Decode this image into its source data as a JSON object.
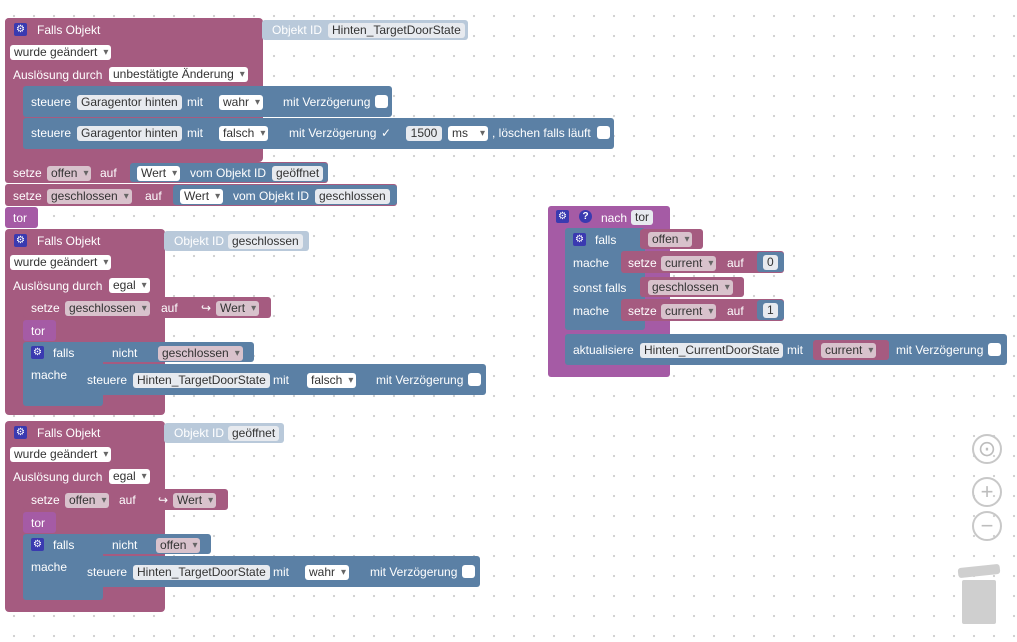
{
  "blocks": {
    "b1": {
      "falls_objekt": "Falls Objekt",
      "objekt_id_label": "Objekt ID",
      "objekt_id_value": "Hinten_TargetDoorState",
      "trigger": "wurde geändert",
      "ausloesung_label": "Auslösung durch",
      "ausloesung_value": "unbestätigte Änderung",
      "steuere1": {
        "label": "steuere",
        "target": "Garagentor hinten",
        "mit": "mit",
        "value": "wahr",
        "verz": "mit Verzögerung"
      },
      "steuere2": {
        "label": "steuere",
        "target": "Garagentor hinten",
        "mit": "mit",
        "value": "falsch",
        "verz": "mit Verzögerung",
        "check": "✓",
        "delay": "1500",
        "unit": "ms",
        "clear": ", löschen falls läuft"
      }
    },
    "set_offen": {
      "setze": "setze",
      "var": "offen",
      "auf": "auf",
      "wert": "Wert",
      "vom": "vom Objekt ID",
      "obj": "geöffnet"
    },
    "set_geschlossen": {
      "setze": "setze",
      "var": "geschlossen",
      "auf": "auf",
      "wert": "Wert",
      "vom": "vom Objekt ID",
      "obj": "geschlossen"
    },
    "tor1": "tor",
    "b2": {
      "falls_objekt": "Falls Objekt",
      "objekt_id_label": "Objekt ID",
      "objekt_id_value": "geschlossen",
      "trigger": "wurde geändert",
      "ausloesung_label": "Auslösung durch",
      "ausloesung_value": "egal",
      "setze": "setze",
      "var": "geschlossen",
      "auf": "auf",
      "wert": "Wert",
      "tor": "tor",
      "falls": "falls",
      "nicht": "nicht",
      "cond_var": "geschlossen",
      "mache": "mache",
      "steuere": "steuere",
      "target": "Hinten_TargetDoorState",
      "mit": "mit",
      "value": "falsch",
      "verz": "mit Verzögerung"
    },
    "b3": {
      "falls_objekt": "Falls Objekt",
      "objekt_id_label": "Objekt ID",
      "objekt_id_value": "geöffnet",
      "trigger": "wurde geändert",
      "ausloesung_label": "Auslösung durch",
      "ausloesung_value": "egal",
      "setze": "setze",
      "var": "offen",
      "auf": "auf",
      "wert": "Wert",
      "tor": "tor",
      "falls": "falls",
      "nicht": "nicht",
      "cond_var": "offen",
      "mache": "mache",
      "steuere": "steuere",
      "target": "Hinten_TargetDoorState",
      "mit": "mit",
      "value": "wahr",
      "verz": "mit Verzögerung"
    },
    "func": {
      "nach": "nach",
      "name": "tor",
      "falls": "falls",
      "cond1": "offen",
      "mache1": "mache",
      "setze1": "setze",
      "var1": "current",
      "auf1": "auf",
      "val1": "0",
      "sonst": "sonst falls",
      "cond2": "geschlossen",
      "mache2": "mache",
      "setze2": "setze",
      "var2": "current",
      "auf2": "auf",
      "val2": "1",
      "akt": "aktualisiere",
      "target": "Hinten_CurrentDoorState",
      "mit": "mit",
      "value": "current",
      "verz": "mit Verzögerung"
    }
  },
  "colors": {
    "event": "#a55b80",
    "action": "#5b80a5",
    "function": "#a55ba5"
  }
}
